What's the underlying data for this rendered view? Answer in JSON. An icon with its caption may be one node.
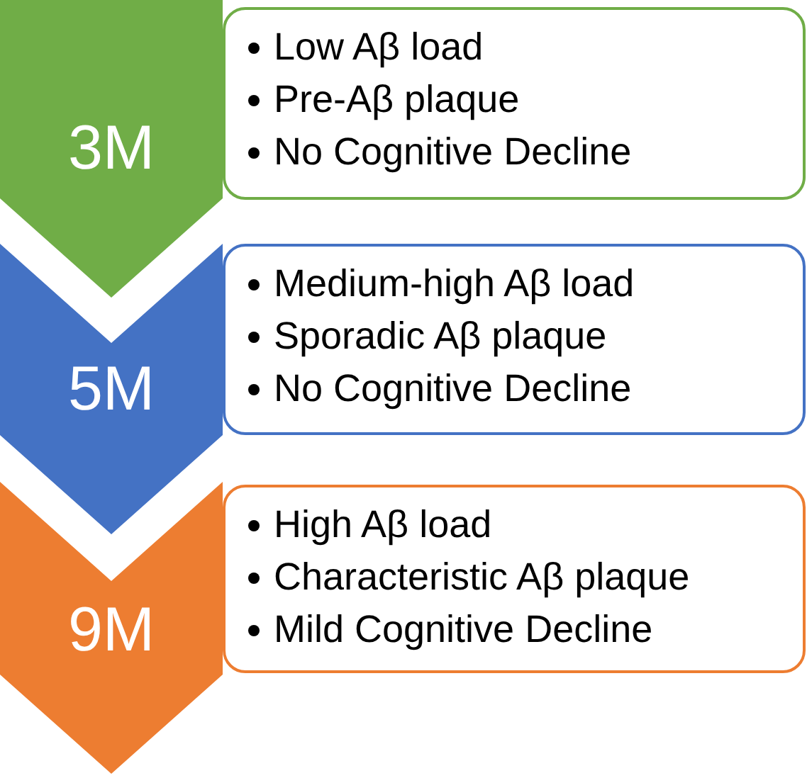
{
  "diagram": {
    "nodes": [
      {
        "text": [
          "3M"
        ]
      },
      {
        "text": [
          "Low Aβ load",
          "Pre-Aβ plaque",
          "No Cognitive Decline"
        ]
      },
      {
        "text": [
          "5M"
        ]
      },
      {
        "text": [
          "Medium-high Aβ load",
          "Sporadic Aβ plaque",
          "No Cognitive Decline"
        ]
      },
      {
        "text": [
          "9M"
        ]
      },
      {
        "text": [
          "High Aβ load",
          "Characteristic Aβ plaque",
          "Mild Cognitive Decline"
        ]
      }
    ]
  }
}
